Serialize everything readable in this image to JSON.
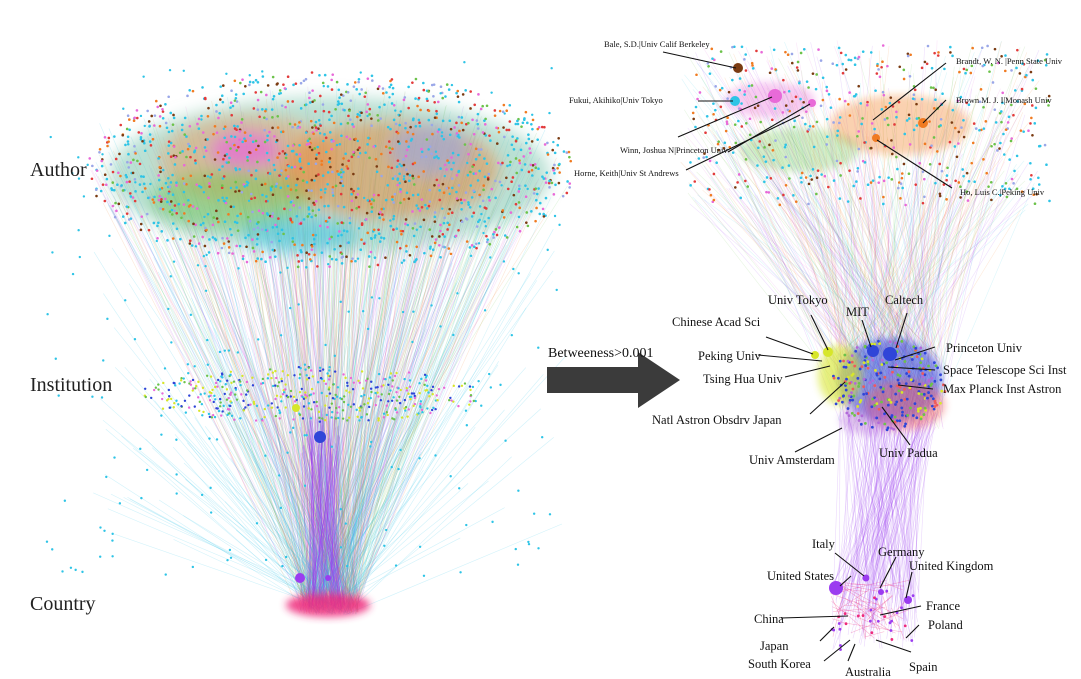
{
  "levels": {
    "author": "Author",
    "institution": "Institution",
    "country": "Country"
  },
  "arrow_label": "Betweeness>0.001",
  "author_labels": [
    "Bale, S.D.|Univ Calif Berkeley",
    "Brandt, W. N. |Penn State Univ",
    "Fukui, Akihiko|Univ Tokyo",
    "Brown M. J. I|Monash Univ",
    "Winn, Joshua N|Princeton Univ",
    "Horne, Keith|Univ St Andrews",
    "Ho, Luis C.|Peking Univ"
  ],
  "institution_labels": [
    "Univ Tokyo",
    "MIT",
    "Caltech",
    "Chinese Acad Sci",
    "Princeton Univ",
    "Peking Univ",
    "Space Telescope Sci Inst",
    "Tsing Hua Univ",
    "Max Planck Inst Astron",
    "Natl Astron Obsdrv Japan",
    "Univ Amsterdam",
    "Univ Padua"
  ],
  "country_labels": [
    "Italy",
    "Germany",
    "United States",
    "United Kingdom",
    "France",
    "China",
    "Poland",
    "Japan",
    "South Korea",
    "Australia",
    "Spain"
  ],
  "colors": {
    "cyan": "#2ec4e6",
    "orange": "#f07b22",
    "green": "#6cc24a",
    "pink": "#e86ad8",
    "blue": "#2f45d8",
    "yellow": "#d7e62a",
    "purple": "#9b3cf0",
    "magenta": "#ee2a7b",
    "brown": "#7a3b12",
    "arrow": "#3b3b3b"
  }
}
